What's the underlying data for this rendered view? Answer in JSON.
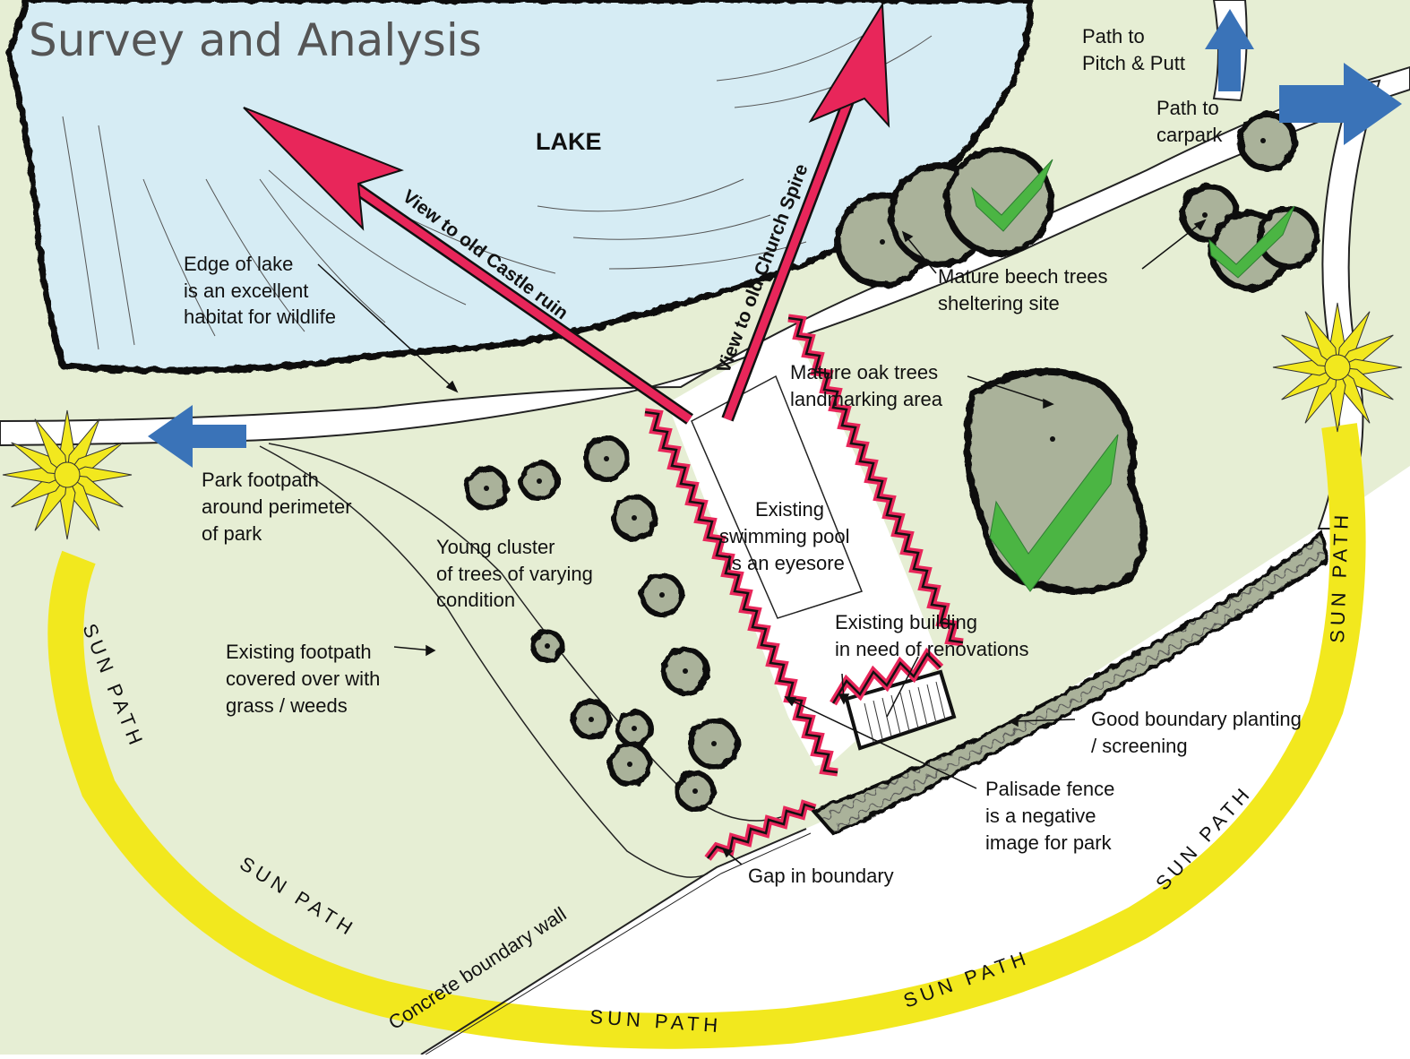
{
  "title": "Survey and Analysis",
  "lake": {
    "label": "LAKE"
  },
  "views": {
    "castle": "View to old Castle ruin",
    "church": "View to old Church Spire"
  },
  "paths": {
    "pitch_putt": [
      "Path to",
      "Pitch & Putt"
    ],
    "carpark": [
      "Path to",
      "carpark"
    ]
  },
  "labels": {
    "lake_edge": [
      "Edge of lake",
      "is an excellent",
      "habitat for wildlife"
    ],
    "beech": [
      "Mature beech trees",
      "sheltering site"
    ],
    "oak": [
      "Mature oak trees",
      "landmarking area"
    ],
    "footpath": [
      "Park footpath",
      "around perimeter",
      "of park"
    ],
    "young_trees": [
      "Young cluster",
      "of trees of varying",
      "condition"
    ],
    "pool": [
      "Existing",
      "swimming pool",
      "is an eyesore"
    ],
    "building": [
      "Existing building",
      "in need of renovations"
    ],
    "old_footpath": [
      "Existing footpath",
      "covered over with",
      "grass / weeds"
    ],
    "boundary_planting": [
      "Good boundary planting",
      "/ screening"
    ],
    "fence": [
      "Palisade fence",
      "is a negative",
      "image for park"
    ],
    "gap": "Gap in boundary",
    "wall": "Concrete boundary wall"
  },
  "sun_path_label": "SUN PATH",
  "colors": {
    "lake": "#d6ecf4",
    "grass": "#e6eed4",
    "tree": "#aab29a",
    "view_arrow": "#e8265a",
    "direction_arrow": "#3a73b8",
    "sun": "#f2e81e",
    "check": "#4bb543"
  },
  "icons": [
    "sun-icon",
    "arrow-left-icon",
    "arrow-up-icon",
    "arrow-right-icon",
    "checkmark-icon"
  ]
}
